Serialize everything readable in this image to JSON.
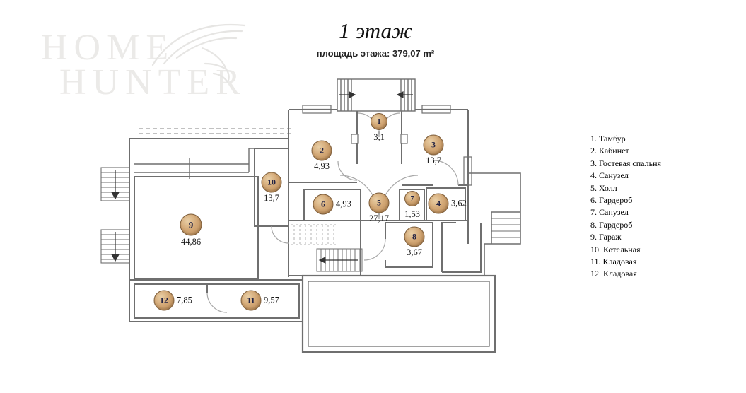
{
  "header": {
    "title": "1 этаж",
    "subtitle": "площадь этажа: 379,07 m²"
  },
  "logo": {
    "line1": "HOME",
    "line2": "HUNTER"
  },
  "legend": {
    "items": [
      "1. Тамбур",
      "2. Кабинет",
      "3. Гостевая спальня",
      "4. Санузел",
      "5. Холл",
      "6. Гардероб",
      "7. Санузел",
      "8. Гардероб",
      "9. Гараж",
      "10. Котельная",
      "11. Кладовая",
      "12. Кладовая"
    ]
  },
  "rooms": [
    {
      "number": "1",
      "area": "3,1"
    },
    {
      "number": "2",
      "area": "4,93"
    },
    {
      "number": "3",
      "area": "13,7"
    },
    {
      "number": "4",
      "area": "3,62"
    },
    {
      "number": "5",
      "area": "27,17"
    },
    {
      "number": "6",
      "area": "4,93"
    },
    {
      "number": "7",
      "area": "1,53"
    },
    {
      "number": "8",
      "area": "3,67"
    },
    {
      "number": "9",
      "area": "44,86"
    },
    {
      "number": "10",
      "area": "13,7"
    },
    {
      "number": "11",
      "area": "9,57"
    },
    {
      "number": "12",
      "area": "7,85"
    }
  ],
  "colors": {
    "marker_fill": "#d3a876",
    "marker_fill_light": "#e9cfa6",
    "marker_border": "#7d5d3a",
    "marker_number": "#232344",
    "wall": "#6f6f6f",
    "watermark": "#ebeae8"
  }
}
